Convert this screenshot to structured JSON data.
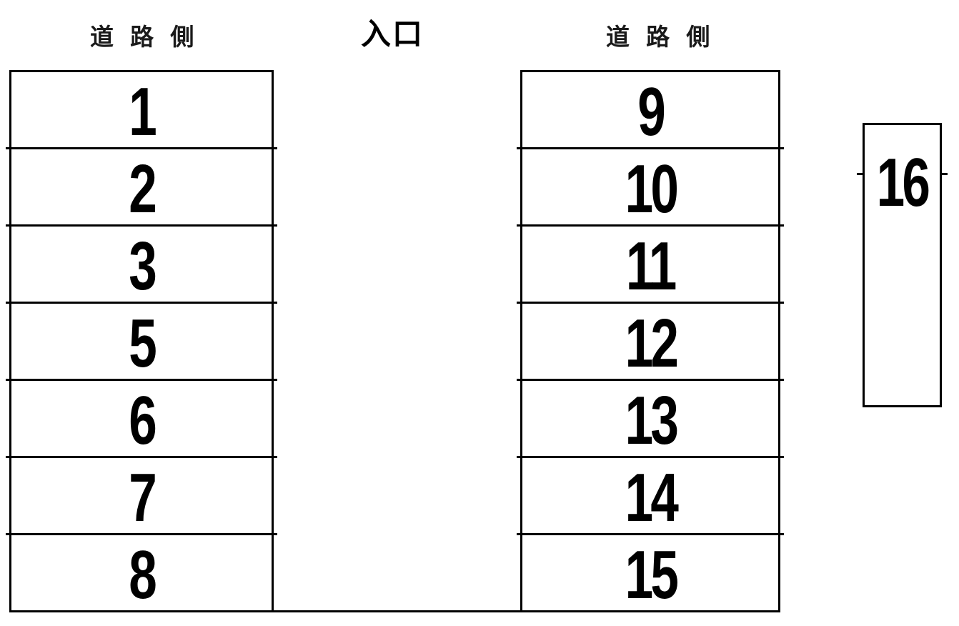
{
  "diagram": {
    "title": "parking-lot-layout",
    "colors": {
      "background": "#ffffff",
      "line": "#000000",
      "text": "#000000"
    },
    "labels": {
      "road_side_left": "道 路 側",
      "entrance": "入口",
      "road_side_right": "道 路 側"
    },
    "left_column": {
      "spaces": [
        "1",
        "2",
        "3",
        "5",
        "6",
        "7",
        "8"
      ]
    },
    "right_column": {
      "spaces": [
        "9",
        "10",
        "11",
        "12",
        "13",
        "14",
        "15"
      ]
    },
    "side_space": {
      "number": "16"
    }
  }
}
